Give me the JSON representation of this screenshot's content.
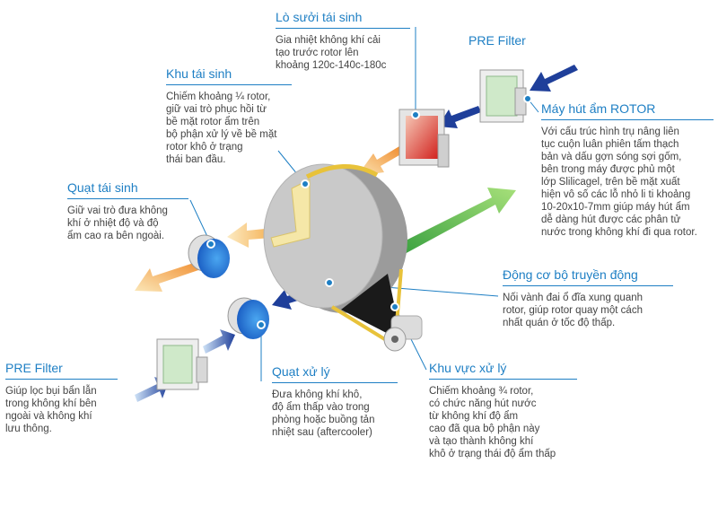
{
  "colors": {
    "accent_blue": "#1e7fc4",
    "rotor_gray": "#c9c9c9",
    "belt_yellow": "#e8c23a",
    "arrow_green": "#6cbd45",
    "arrow_navy": "#1f3f9a",
    "arrow_orange": "#f2a53a"
  },
  "labels": {
    "heater": {
      "title": "Lò sưởi tái sinh",
      "body": "Gia nhiệt không khí cải\ntạo trước rotor lên\nkhoảng 120c-140c-180c"
    },
    "pre_filter_top": {
      "title": "PRE Filter"
    },
    "regen_zone": {
      "title": "Khu tái sinh",
      "body": "Chiếm khoảng ¼ rotor,\ngiữ vai trò phục hồi từ\nbề mặt rotor ẩm trên\nbộ phận xử lý về bề mặt\nrotor khô ở trạng\nthái ban đầu."
    },
    "rotor": {
      "title": "Máy hút ẩm ROTOR",
      "body": "Với cấu trúc hình trụ nâng liên\ntục cuộn luân phiên tấm thạch\nbản và dấu gợn sóng sợi gốm,\nbên trong máy được phủ một\nlớp Slilicagel, trên bề mặt xuất\nhiện vô số các lỗ nhỏ li ti khoảng\n10-20x10-7mm giúp máy hút ẩm\ndễ dàng hút được các phân tử\nnước trong không khí đi qua rotor."
    },
    "regen_fan": {
      "title": "Quạt tái sinh",
      "body": "Giữ vai trò đưa không\nkhí ở nhiệt độ và độ\nẩm cao ra bên ngoài."
    },
    "motor": {
      "title": "Động cơ bộ truyền động",
      "body": "Nối vành đai ổ đĩa xung quanh\nrotor, giúp rotor quay một cách\nnhất quán ở tốc độ thấp."
    },
    "pre_filter_left": {
      "title": "PRE Filter",
      "body": "Giúp lọc bụi bẩn lẫn\ntrong không khí bên\nngoài và không khí\nlưu thông."
    },
    "process_fan": {
      "title": "Quạt xử lý",
      "body": "Đưa không khí khô,\nđộ ẩm thấp vào trong\nphòng hoặc buồng tản\nnhiệt sau (aftercooler)"
    },
    "process_zone": {
      "title": "Khu vực xử lý",
      "body": "Chiếm khoảng ¾ rotor,\ncó chức năng hút nước\ntừ không khí độ ẩm\ncao đã qua bộ phận này\nvà tạo thành không khí\nkhô ở trạng thái độ ẩm thấp"
    }
  }
}
